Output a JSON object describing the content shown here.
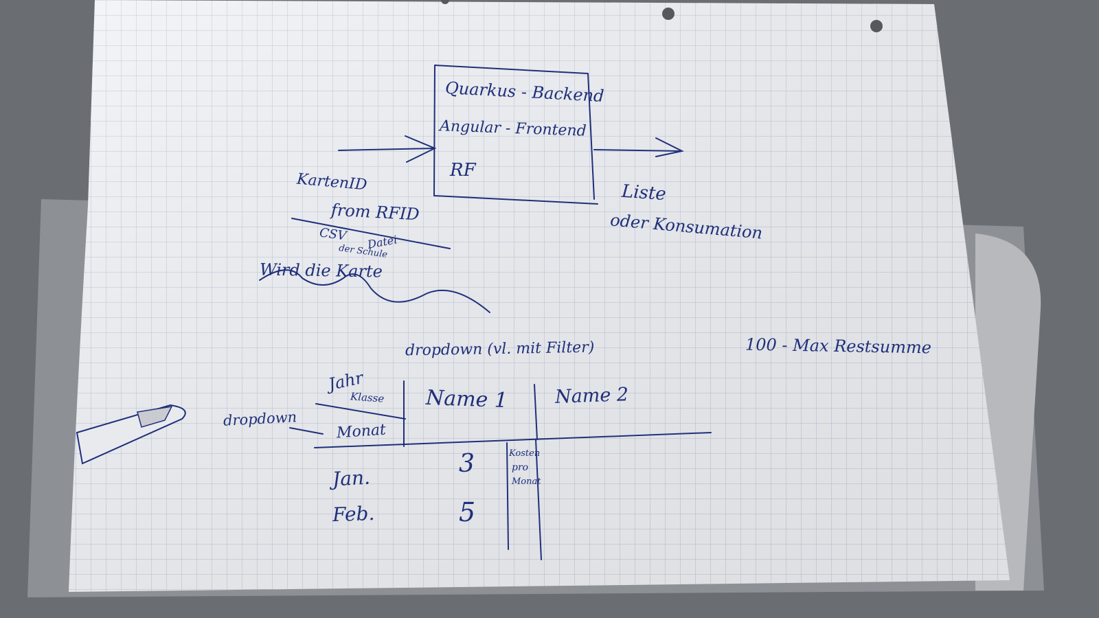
{
  "scene": {
    "description_tags": [
      "photo",
      "grid-paper",
      "handwritten-sketch",
      "pen"
    ],
    "ink_color": "#1f2f7a",
    "paper_color": "#f1f3f7",
    "grid_color": "#b9c2d4",
    "background_color": "#6f7378"
  },
  "box": {
    "line1": "Quarkus - Backend",
    "line2": "Angular - Frontend",
    "line3": "RF"
  },
  "left_notes": {
    "karten_id": "KartenID",
    "from_rfid": "from RFID",
    "csv": "CSV",
    "datei": "Datei",
    "der_schule": "der Schule",
    "wird_die_karte": "Wird die Karte"
  },
  "right_notes": {
    "liste": "Liste",
    "konsumation": "oder Konsumation"
  },
  "table_notes": {
    "dropdown_filter": "dropdown (vl. mit Filter)",
    "max": "100 - Max Restsumme",
    "jahr": "Jahr",
    "klasse": "Klasse",
    "dropdown_left": "dropdown",
    "monat": "Monat",
    "name1": "Name 1",
    "name2": "Name 2",
    "jan": "Jan.",
    "feb": "Feb.",
    "val_jan": "3",
    "val_feb": "5",
    "kosten": "Kosten",
    "pro": "pro",
    "monat_small": "Monat"
  }
}
